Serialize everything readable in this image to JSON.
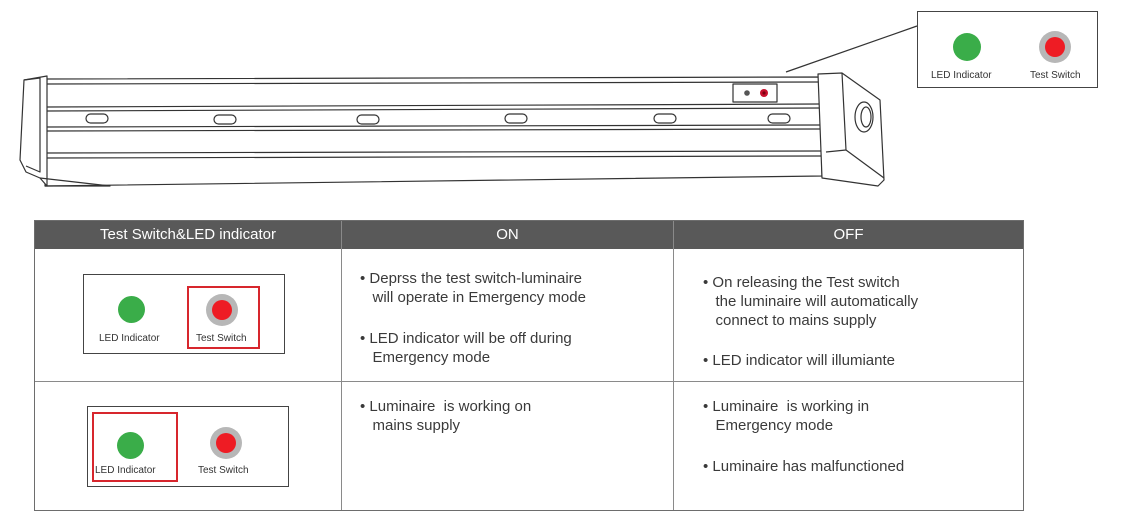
{
  "callout": {
    "led_label": "LED Indicator",
    "switch_label": "Test Switch"
  },
  "colors": {
    "led_green": "#3aad49",
    "switch_red": "#ee1c24",
    "switch_ring": "#b7b7b7",
    "highlight": "#d7262d",
    "header_bg": "#595959"
  },
  "table": {
    "headers": [
      "Test Switch&LED indicator",
      "ON",
      "OFF"
    ],
    "rows": [
      {
        "panel": {
          "led_label": "LED Indicator",
          "switch_label": "Test Switch",
          "highlighted": "test-switch"
        },
        "on": [
          "• Deprss the test switch-luminaire\n   will operate in Emergency mode",
          "• LED indicator will be off during\n   Emergency mode"
        ],
        "off": [
          "• On releasing the Test switch\n   the luminaire will automatically\n   connect to mains supply",
          "• LED indicator will illumiante"
        ]
      },
      {
        "panel": {
          "led_label": "LED Indicator",
          "switch_label": "Test Switch",
          "highlighted": "led-indicator"
        },
        "on": [
          "• Luminaire  is working on\n   mains supply"
        ],
        "off": [
          "• Luminaire  is working in\n   Emergency mode",
          "• Luminaire has malfunctioned"
        ]
      }
    ]
  }
}
